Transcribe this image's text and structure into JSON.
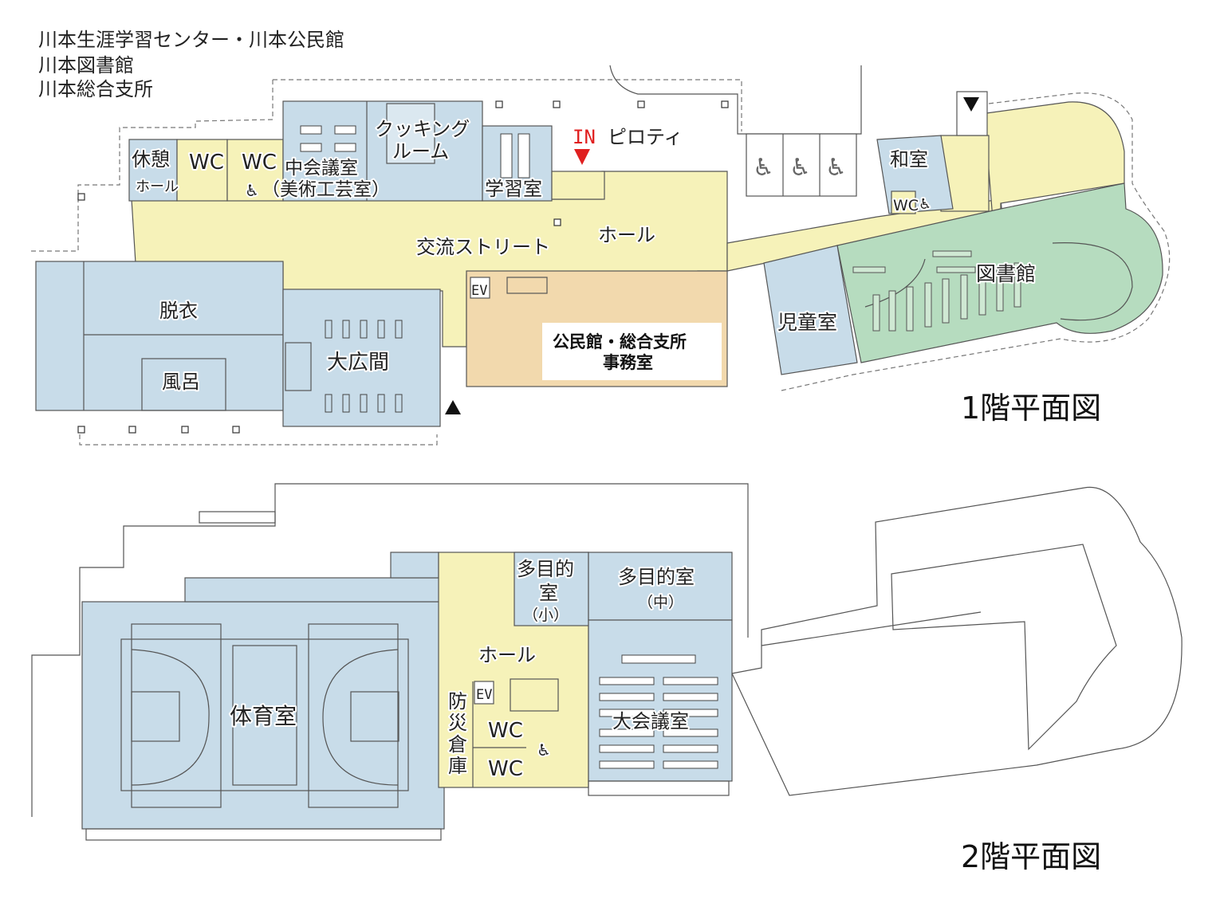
{
  "header": {
    "lines": [
      "川本生涯学習センター・川本公民館",
      "川本図書館",
      "川本総合支所"
    ]
  },
  "floor1": {
    "title": "1階平面図",
    "rooms": {
      "rest_hall_1": "休憩",
      "rest_hall_2": "ホール",
      "wc_a": "WC",
      "wc_b": "WC",
      "meeting_mid": "中会議室",
      "arts_crafts": "（美術工芸室）",
      "cooking_1": "クッキング",
      "cooking_2": "ルーム",
      "study": "学習室",
      "entrance_in": "IN",
      "piloti": "ピロティ",
      "street": "交流ストリート",
      "hall": "ホール",
      "ev": "EV",
      "changing": "脱衣",
      "bath": "風呂",
      "great_hall": "大広間",
      "office_1": "公民館・総合支所",
      "office_2": "事務室",
      "japanese_room": "和室",
      "wc_c": "WC",
      "children": "児童室",
      "library": "図書館"
    },
    "colors": {
      "blue": "#c8dce9",
      "yellow": "#f6f2b9",
      "green": "#b6dcbf",
      "tan": "#f2d9ad",
      "in_arrow": "#e02020"
    }
  },
  "floor2": {
    "title": "2階平面図",
    "rooms": {
      "multi_small_1": "多目的",
      "multi_small_2": "室",
      "multi_small_3": "（小）",
      "multi_mid_1": "多目的室",
      "multi_mid_2": "（中）",
      "hall": "ホール",
      "ev": "EV",
      "storage_1": "防",
      "storage_2": "災",
      "storage_3": "倉",
      "storage_4": "庫",
      "wc_a": "WC",
      "wc_b": "WC",
      "gym": "体育室",
      "conference": "大会議室"
    }
  }
}
